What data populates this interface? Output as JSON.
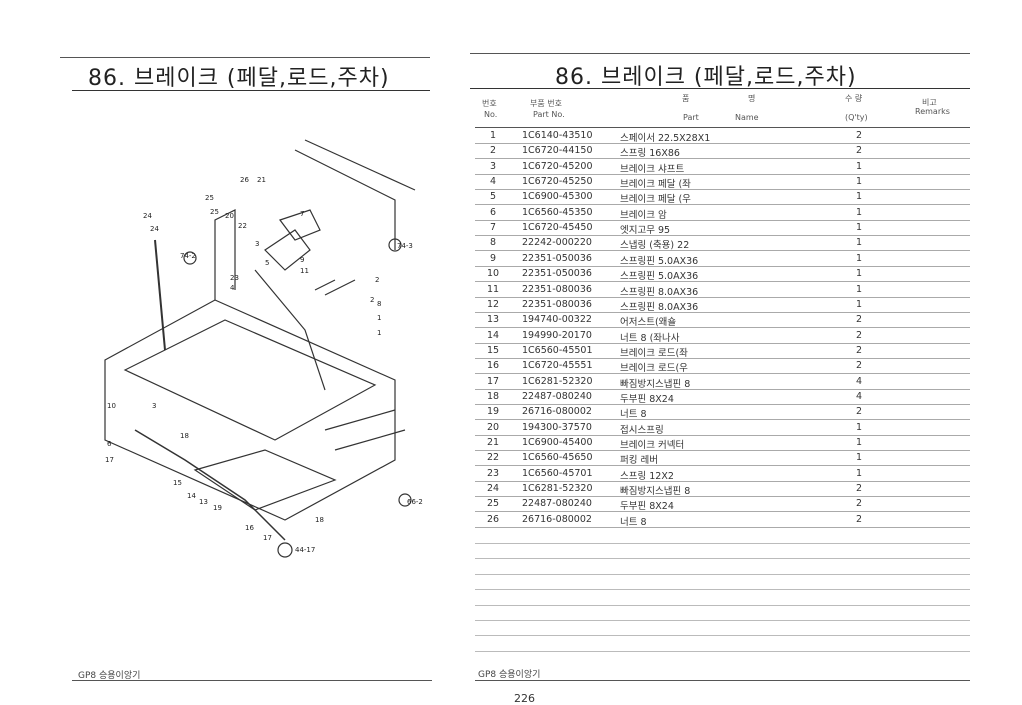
{
  "left_page": {
    "title": "86. 브레이크 (페달,로드,주차)",
    "footer": "GP8 승용이앙기",
    "diagram_callouts": [
      "26",
      "21",
      "25",
      "25",
      "24",
      "24",
      "22",
      "20",
      "7",
      "3",
      "2",
      "9",
      "11",
      "5",
      "23",
      "4",
      "2",
      "8",
      "1",
      "1",
      "10",
      "3",
      "18",
      "6",
      "17",
      "15",
      "14",
      "13",
      "19",
      "16",
      "18",
      "17",
      "74-2",
      "74-3",
      "66-2",
      "44-17"
    ]
  },
  "right_page": {
    "title": "86. 브레이크 (페달,로드,주차)",
    "footer": "GP8 승용이앙기",
    "headers": {
      "no_ko": "번호",
      "no_en": "No.",
      "part_ko": "부품 번호",
      "part_en": "Part  No.",
      "name_ko_1": "품",
      "name_ko_2": "명",
      "name_en_1": "Part",
      "name_en_2": "Name",
      "qty_ko": "수  량",
      "qty_en": "(Q'ty)",
      "remarks_ko": "비고",
      "remarks_en": "Remarks"
    },
    "rows": [
      {
        "no": "1",
        "part": "1C6140-43510",
        "name": "스페이서 22.5X28X1",
        "qty": "2"
      },
      {
        "no": "2",
        "part": "1C6720-44150",
        "name": "스프링 16X86",
        "qty": "2"
      },
      {
        "no": "3",
        "part": "1C6720-45200",
        "name": "브레이크 샤프트",
        "qty": "1"
      },
      {
        "no": "4",
        "part": "1C6720-45250",
        "name": "브레이크 페달 (좌",
        "qty": "1"
      },
      {
        "no": "5",
        "part": "1C6900-45300",
        "name": "브레이크 페달 (우",
        "qty": "1"
      },
      {
        "no": "6",
        "part": "1C6560-45350",
        "name": "브레이크 암",
        "qty": "1"
      },
      {
        "no": "7",
        "part": "1C6720-45450",
        "name": "엣지고무 95",
        "qty": "1"
      },
      {
        "no": "8",
        "part": "22242-000220",
        "name": "스냅링 (축용) 22",
        "qty": "1"
      },
      {
        "no": "9",
        "part": "22351-050036",
        "name": "스프링핀 5.0AX36",
        "qty": "1"
      },
      {
        "no": "10",
        "part": "22351-050036",
        "name": "스프링핀 5.0AX36",
        "qty": "1"
      },
      {
        "no": "11",
        "part": "22351-080036",
        "name": "스프링핀 8.0AX36",
        "qty": "1"
      },
      {
        "no": "12",
        "part": "22351-080036",
        "name": "스프링핀 8.0AX36",
        "qty": "1"
      },
      {
        "no": "13",
        "part": "194740-00322",
        "name": "어저스트(왜숄",
        "qty": "2"
      },
      {
        "no": "14",
        "part": "194990-20170",
        "name": "너트 8 (좌나사",
        "qty": "2"
      },
      {
        "no": "15",
        "part": "1C6560-45501",
        "name": "브레이크 로드(좌",
        "qty": "2"
      },
      {
        "no": "16",
        "part": "1C6720-45551",
        "name": "브레이크 로드(우",
        "qty": "2"
      },
      {
        "no": "17",
        "part": "1C6281-52320",
        "name": "빠짐방지스냅핀 8",
        "qty": "4"
      },
      {
        "no": "18",
        "part": "22487-080240",
        "name": "두부핀 8X24",
        "qty": "4"
      },
      {
        "no": "19",
        "part": "26716-080002",
        "name": "너트 8",
        "qty": "2"
      },
      {
        "no": "20",
        "part": "194300-37570",
        "name": "접시스프링",
        "qty": "1"
      },
      {
        "no": "21",
        "part": "1C6900-45400",
        "name": "브레이크 커넥터",
        "qty": "1"
      },
      {
        "no": "22",
        "part": "1C6560-45650",
        "name": "퍼킹 레버",
        "qty": "1"
      },
      {
        "no": "23",
        "part": "1C6560-45701",
        "name": "스프링 12X2",
        "qty": "1"
      },
      {
        "no": "24",
        "part": "1C6281-52320",
        "name": "빠짐방지스냅핀 8",
        "qty": "2"
      },
      {
        "no": "25",
        "part": "22487-080240",
        "name": "두부핀 8X24",
        "qty": "2"
      },
      {
        "no": "26",
        "part": "26716-080002",
        "name": "너트 8",
        "qty": "2"
      }
    ]
  },
  "page_number": "226"
}
